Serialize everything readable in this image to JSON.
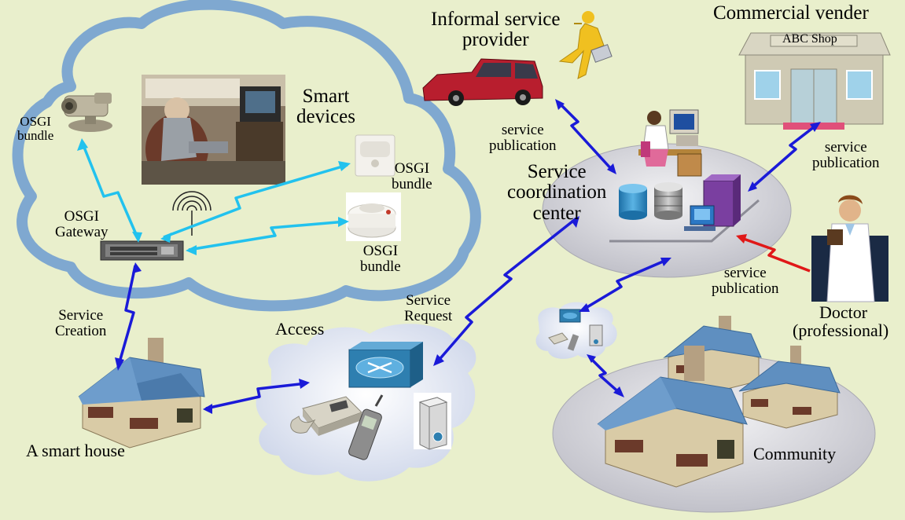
{
  "labels": {
    "osgi_bundle_camera": "OSGI\nbundle",
    "smart_devices": "Smart\ndevices",
    "osgi_bundle_motion": "OSGI\nbundle",
    "osgi_gateway": "OSGI\nGateway",
    "osgi_bundle_smoke": "OSGI\nbundle",
    "service_creation": "Service\nCreation",
    "smart_house": "A smart house",
    "access": "Access",
    "service_request": "Service\nRequest",
    "informal_provider": "Informal service\nprovider",
    "commercial_vender": "Commercial vender",
    "shop_sign": "ABC Shop",
    "service_pub_informal": "service\npublication",
    "service_pub_commercial": "service\npublication",
    "service_pub_doctor": "service\npublication",
    "coordination_center": "Service\ncoordination\ncenter",
    "doctor": "Doctor",
    "doctor_role": "(professional)",
    "community": "Community"
  },
  "colors": {
    "background": "#e9efcc",
    "cloud_outline": "#7fa8d0",
    "cloud_fill": "#dfe8f0",
    "link_cyan": "#22c2ee",
    "link_blue": "#1a1ad8",
    "link_red": "#e01818",
    "roof_blue": "#5f8fc0",
    "house_wall": "#d6c8a4",
    "platform": "#c9c9cf"
  },
  "icons": [
    "camera-icon",
    "photo-elderly-person",
    "motion-sensor-icon",
    "smoke-detector-icon",
    "gateway-router-icon",
    "antenna-icon",
    "house-icon",
    "telephone-icon",
    "cellphone-icon",
    "server-icon",
    "switch-icon",
    "car-icon",
    "running-person-icon",
    "shop-icon",
    "operator-workstation-icon",
    "database-icon",
    "doctor-icon",
    "community-houses-icon"
  ]
}
